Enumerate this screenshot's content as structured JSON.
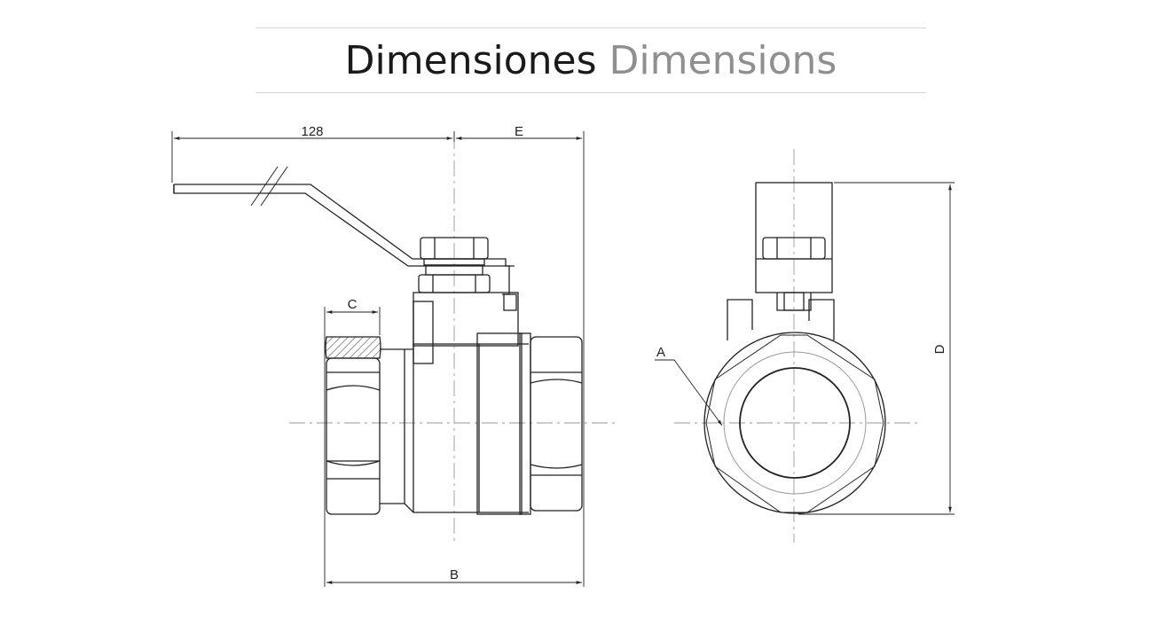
{
  "header": {
    "title_es": "Dimensiones",
    "title_en": "Dimensions"
  },
  "labels": {
    "handle_length": "128",
    "dim_e": "E",
    "dim_c": "C",
    "dim_b": "B",
    "dim_a": "A",
    "dim_d": "D"
  },
  "colors": {
    "line": "#222222",
    "title_es": "#1a1a1a",
    "title_en": "#8f8f8f",
    "centerline": "#9a9a9a"
  }
}
